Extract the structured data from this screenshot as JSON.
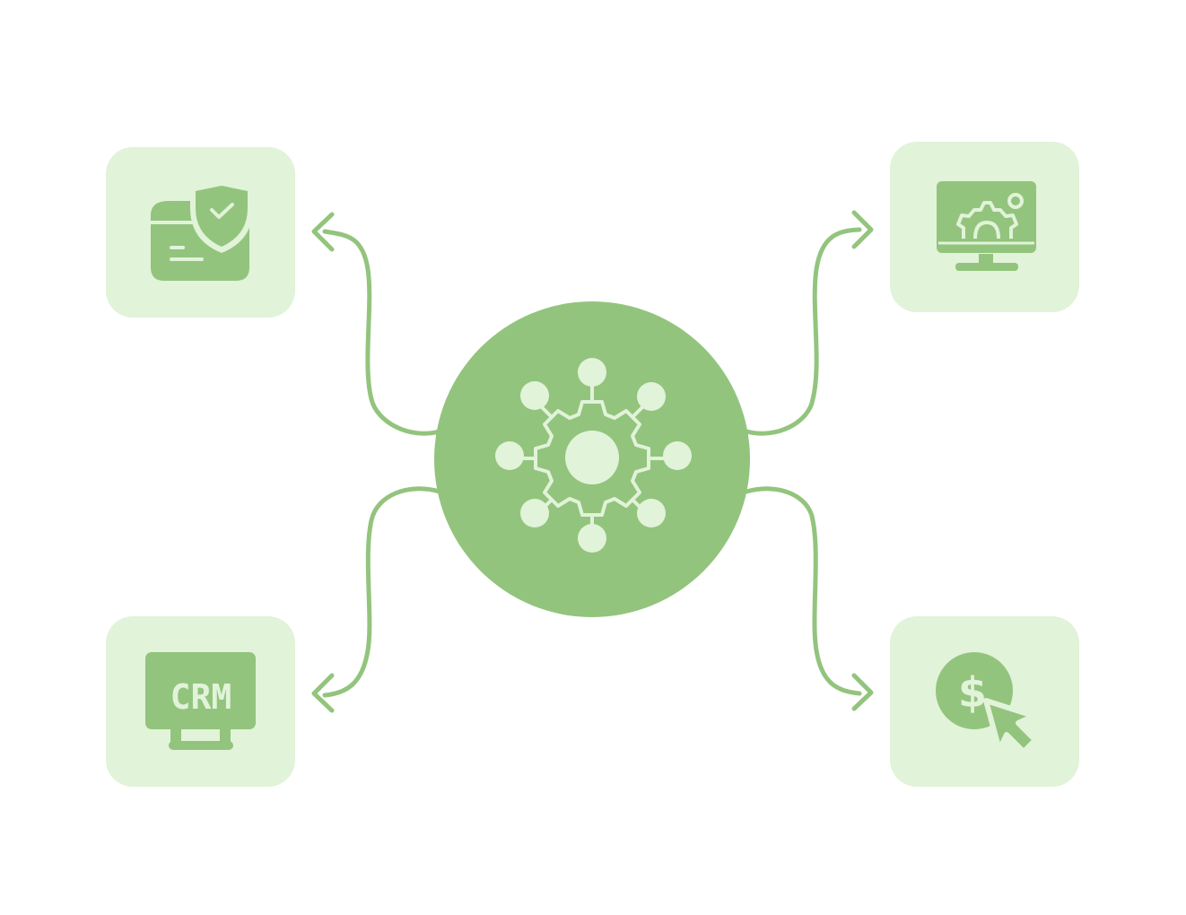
{
  "colors": {
    "primary_green": "#93c47d",
    "light_green": "#e1f3d9",
    "background": "#ffffff"
  },
  "diagram": {
    "center_node": {
      "icon": "network-gear-icon"
    },
    "nodes": [
      {
        "id": "top-left",
        "icon": "secure-folder-shield-icon"
      },
      {
        "id": "top-right",
        "icon": "monitor-settings-icon"
      },
      {
        "id": "bottom-left",
        "icon": "crm-monitor-icon",
        "text": "CRM"
      },
      {
        "id": "bottom-right",
        "icon": "dollar-click-icon",
        "symbol": "$"
      }
    ]
  }
}
